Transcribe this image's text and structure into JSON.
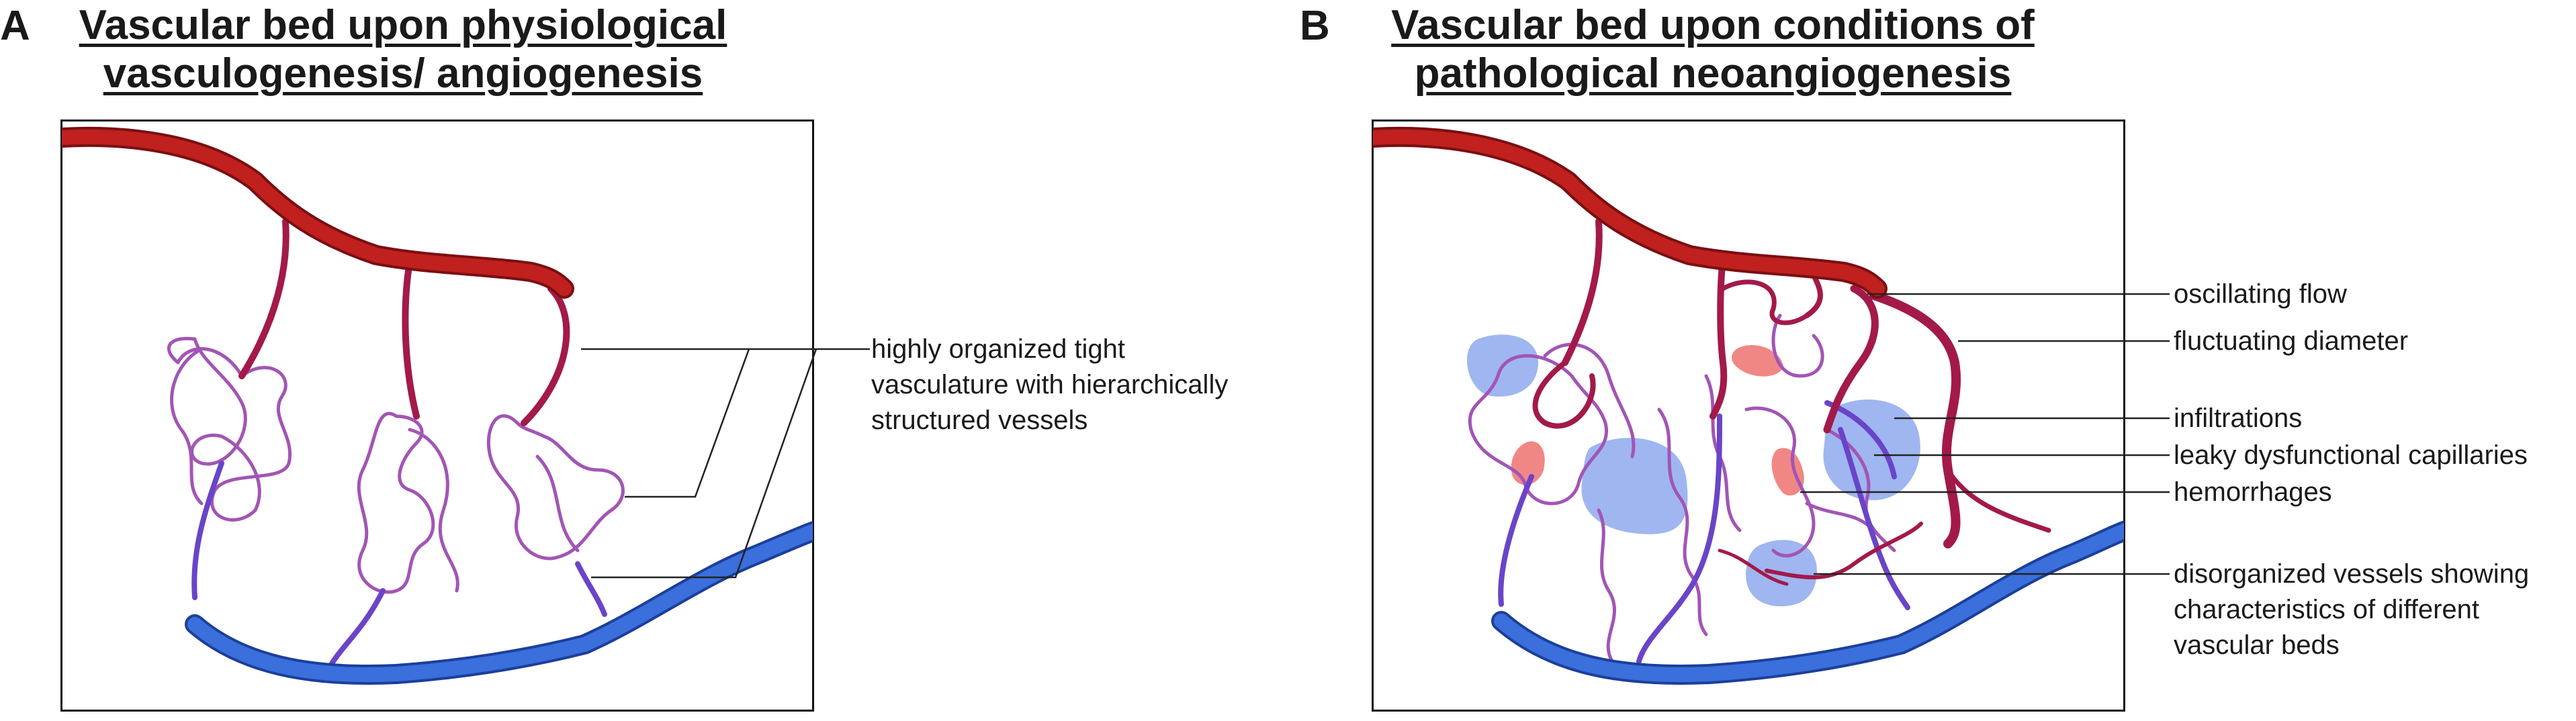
{
  "panels": {
    "a": {
      "letter": "A",
      "title_lines": [
        "Vascular bed upon physiological",
        "vasculogenesis/ angiogenesis"
      ],
      "annotation_lines": [
        "highly organized tight",
        "vasculature with hierarchically",
        "structured vessels"
      ]
    },
    "b": {
      "letter": "B",
      "title_lines": [
        "Vascular bed upon conditions of",
        "pathological neoangiogenesis"
      ],
      "annotations": [
        {
          "id": "oscillating-flow",
          "lines": [
            "oscillating flow"
          ]
        },
        {
          "id": "fluctuating-diameter",
          "lines": [
            "fluctuating diameter"
          ]
        },
        {
          "id": "infiltrations",
          "lines": [
            "infiltrations"
          ]
        },
        {
          "id": "leaky-capillaries",
          "lines": [
            "leaky dysfunctional capillaries"
          ]
        },
        {
          "id": "hemorrhages",
          "lines": [
            "hemorrhages"
          ]
        },
        {
          "id": "disorganized-vessels",
          "lines": [
            "disorganized vessels showing",
            "characteristics of different",
            "vascular beds"
          ]
        }
      ]
    }
  },
  "colors": {
    "artery": "#c0201e",
    "artery_dark": "#7a0f12",
    "arteriole": "#a3194a",
    "capillary": "#a255b5",
    "venule": "#6a44c9",
    "vein": "#3a6fdc",
    "vein_dark": "#1c3f9a",
    "infiltration": "#8ea9ef",
    "hemorrhage": "#f07a78",
    "leader": "#222222"
  }
}
